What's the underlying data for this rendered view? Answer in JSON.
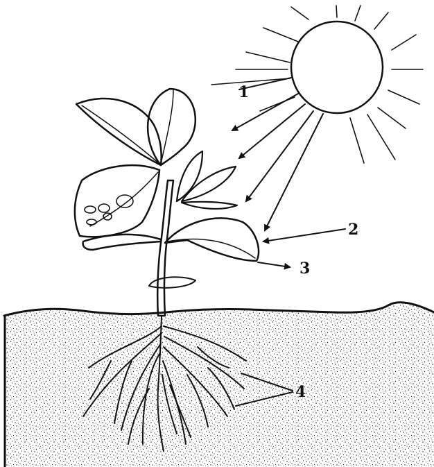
{
  "labels": {
    "label_1": "1",
    "label_2": "2",
    "label_3": "3",
    "label_4": "4"
  },
  "colors": {
    "ink": "#111111",
    "paper": "#ffffff",
    "soil_speckle": "#1a1a1a"
  }
}
